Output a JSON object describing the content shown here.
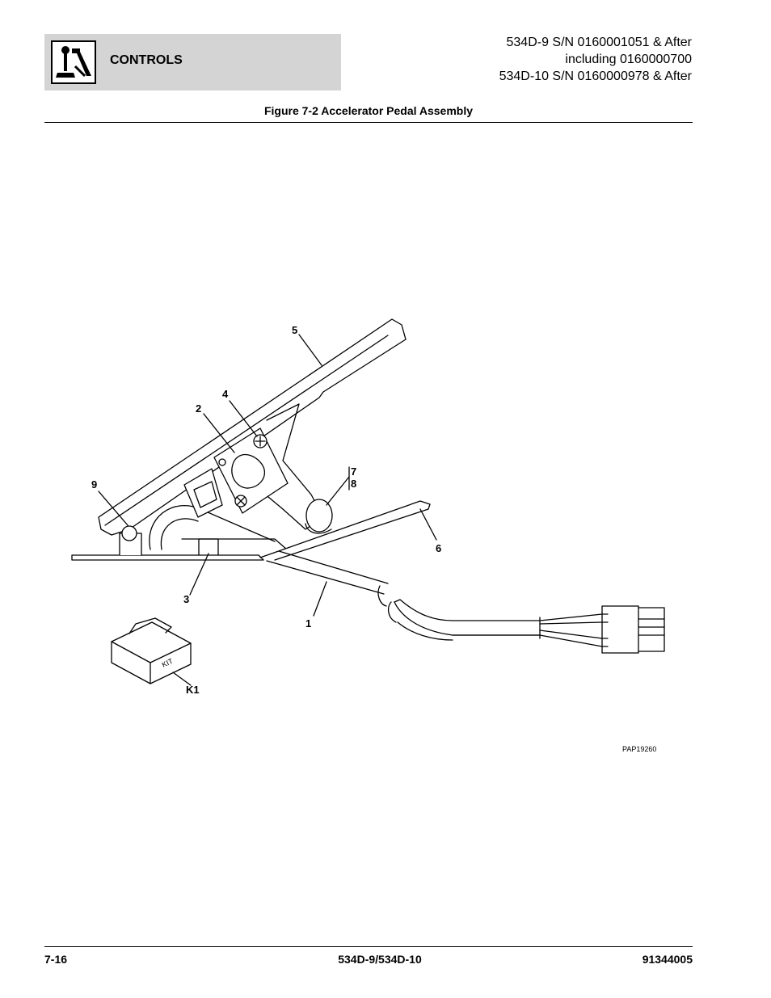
{
  "header": {
    "section": "CONTROLS",
    "serial_lines": [
      "534D-9 S/N 0160001051 & After",
      "including 0160000700",
      "534D-10 S/N 0160000978 & After"
    ],
    "logo_icon": "joystick-control-icon"
  },
  "figure": {
    "caption": "Figure 7-2 Accelerator Pedal Assembly",
    "reference": "PAP19260",
    "kit_label": "KIT",
    "callouts": {
      "c1": "1",
      "c2": "2",
      "c3": "3",
      "c4": "4",
      "c5": "5",
      "c6": "6",
      "c7": "7",
      "c8": "8",
      "c9": "9",
      "k1": "K1"
    }
  },
  "footer": {
    "page": "7-16",
    "model": "534D-9/534D-10",
    "doc_number": "91344005"
  }
}
